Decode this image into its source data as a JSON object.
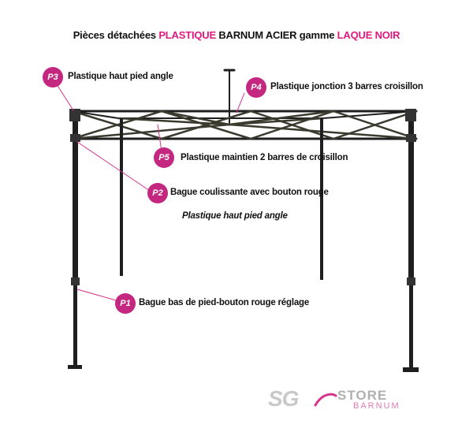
{
  "title": {
    "part1": "Pièces détachées",
    "part2": "PLASTIQUE",
    "part3": "BARNUM ACIER  gamme",
    "part4": "LAQUE NOIR"
  },
  "parts": [
    {
      "id": "P3",
      "label": "Plastique haut pied angle"
    },
    {
      "id": "P4",
      "label": "Plastique jonction  3 barres croisillon"
    },
    {
      "id": "P5",
      "label": "Plastique maintien  2 barres de  croisillon"
    },
    {
      "id": "P2",
      "label": "Bague coulissante avec bouton rouge",
      "sublabel": "Plastique haut pied angle"
    },
    {
      "id": "P1",
      "label": "Bague bas de pied-bouton rouge réglage"
    }
  ],
  "logo": {
    "brand": "SG",
    "store": "STORE",
    "sub": "BARNUM"
  },
  "colors": {
    "accent": "#e0197d",
    "badge": "#c4277f",
    "frame": "#1a1a1a"
  }
}
